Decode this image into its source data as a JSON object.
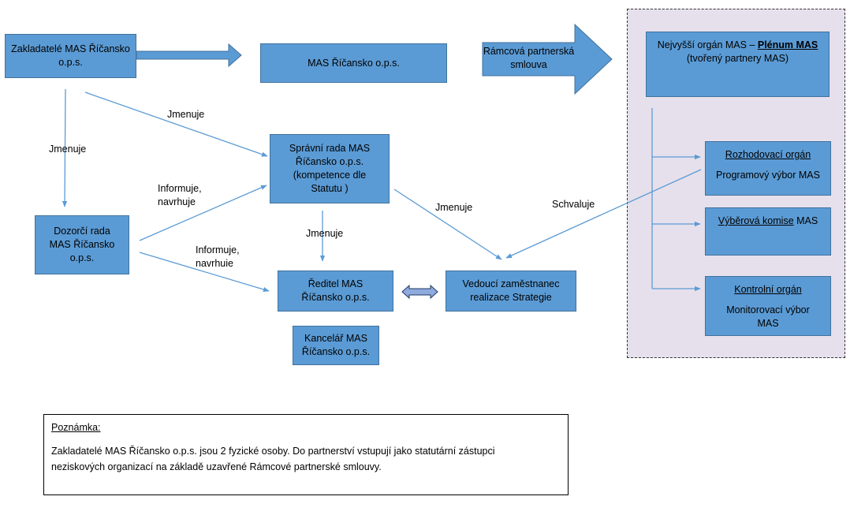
{
  "founders": {
    "line1": "Zakladatelé MAS Říčansko",
    "line2": "o.p.s."
  },
  "mas": {
    "label": "MAS Říčansko o.p.s."
  },
  "partnership_contract": {
    "line1": "Rámcová partnerská",
    "line2": "smlouva"
  },
  "plenum": {
    "prefix": "Nejvyšší orgán MAS – ",
    "name": "Plénum MAS",
    "sub": "(tvořený partnery MAS)"
  },
  "board": {
    "line1": "Správní rada MAS",
    "line2": "Říčansko o.p.s.",
    "line3": "(kompetence dle",
    "line4": "Statutu )"
  },
  "supervisory": {
    "line1": "Dozorčí rada",
    "line2": "MAS Říčansko",
    "line3": "o.p.s."
  },
  "director": {
    "line1": "Ředitel MAS",
    "line2": "Říčansko o.p.s."
  },
  "strategy_lead": {
    "line1": "Vedoucí zaměstnanec",
    "line2": "realizace Strategie"
  },
  "office": {
    "line1": "Kancelář MAS",
    "line2": "Říčansko o.p.s."
  },
  "decision_body": {
    "title": "Rozhodovací orgán",
    "sub": "Programový výbor MAS"
  },
  "selection_committee": {
    "title": "Výběrová komise",
    "suffix": " MAS"
  },
  "control_body": {
    "title": "Kontrolní orgán",
    "sub1": "Monitorovací výbor",
    "sub2": "MAS"
  },
  "edge_labels": {
    "appoints_left": "Jmenuje",
    "appoints_top": "Jmenuje",
    "informs_1a": "Informuje,",
    "informs_1b": "navrhuje",
    "appoints_mid": "Jmenuje",
    "informs_2a": "Informuje,",
    "informs_2b": "navrhuie",
    "appoints_right": "Jmenuje",
    "approves": "Schvaluje"
  },
  "note": {
    "title": "Poznámka:",
    "line1": "Zakladatelé MAS Říčansko o.p.s. jsou 2 fyzické osoby. Do partnerství vstupují jako statutární zástupci",
    "line2": "neziskových organizací na základě uzavřené Rámcové partnerské smlouvy."
  },
  "colors": {
    "box_fill": "#5b9bd5",
    "box_border": "#41719c",
    "frame_fill": "#e6e0ec",
    "arrow_fill": "#4472c4"
  }
}
